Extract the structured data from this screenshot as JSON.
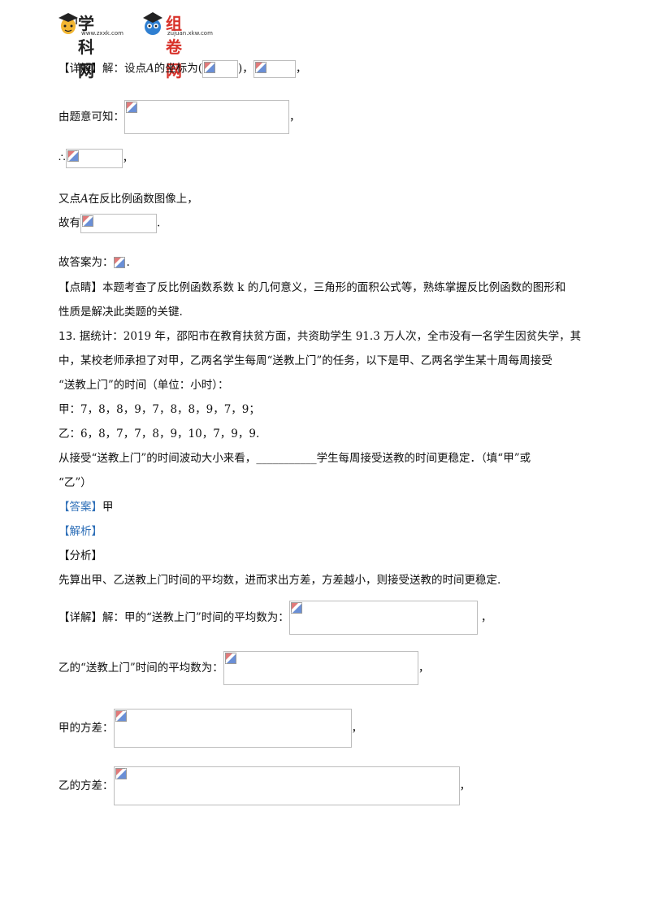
{
  "header": {
    "logo1_text": "学科网",
    "logo1_url": "www.zxxk.com",
    "logo2_text": "组卷网",
    "logo2_url": "zujuan.xkw.com"
  },
  "lines": {
    "l1_a": "【详解】解：设点",
    "l1_var": "A",
    "l1_b": "的坐标为(",
    "l1_c": ")，",
    "l1_d": "，",
    "l2": "由题意可知：",
    "l2_end": "，",
    "l3": "∴",
    "l3_end": "，",
    "l4_a": "又点",
    "l4_var": "A",
    "l4_b": "在反比例函数图像上，",
    "l5": "故有",
    "l5_end": ".",
    "l6": "故答案为：",
    "l6_end": ".",
    "l7": "【点睛】本题考查了反比例函数系数 k 的几何意义，三角形的面积公式等，熟练掌握反比例函数的图形和",
    "l8": "性质是解决此类题的关键.",
    "l9_num": "13.",
    "l9": "据统计：2019 年，邵阳市在教育扶贫方面，共资助学生 91.3 万人次，全市没有一名学生因贫失学，其",
    "l10": "中，某校老师承担了对甲，乙两名学生每周“送教上门”的任务，以下是甲、乙两名学生某十周每周接受",
    "l11": "“送教上门”的时间（单位：小时）：",
    "l12": "甲：7，8，8，9，7，8，8，9，7，9；",
    "l13": "乙：6，8，7，7，8，9，10，7，9，9.",
    "l14_a": "从接受“送教上门”的时间波动大小来看，",
    "l14_blank": "___________",
    "l14_b": "学生每周接受送教的时间更稳定．（填“甲”或",
    "l15": "“乙”）",
    "answer_label": "【答案】",
    "answer_value": "甲",
    "analysis_label": "【解析】",
    "fenxi": "【分析】",
    "l16": "先算出甲、乙送教上门时间的平均数，进而求出方差，方差越小，则接受送教的时间更稳定.",
    "l17": "【详解】解：甲的“送教上门”时间的平均数为：",
    "l17_end": "，",
    "l18": "乙的“送教上门”时间的平均数为：",
    "l18_end": "，",
    "l19": "甲的方差：",
    "l19_end": "，",
    "l20": "乙的方差：",
    "l20_end": "，"
  }
}
